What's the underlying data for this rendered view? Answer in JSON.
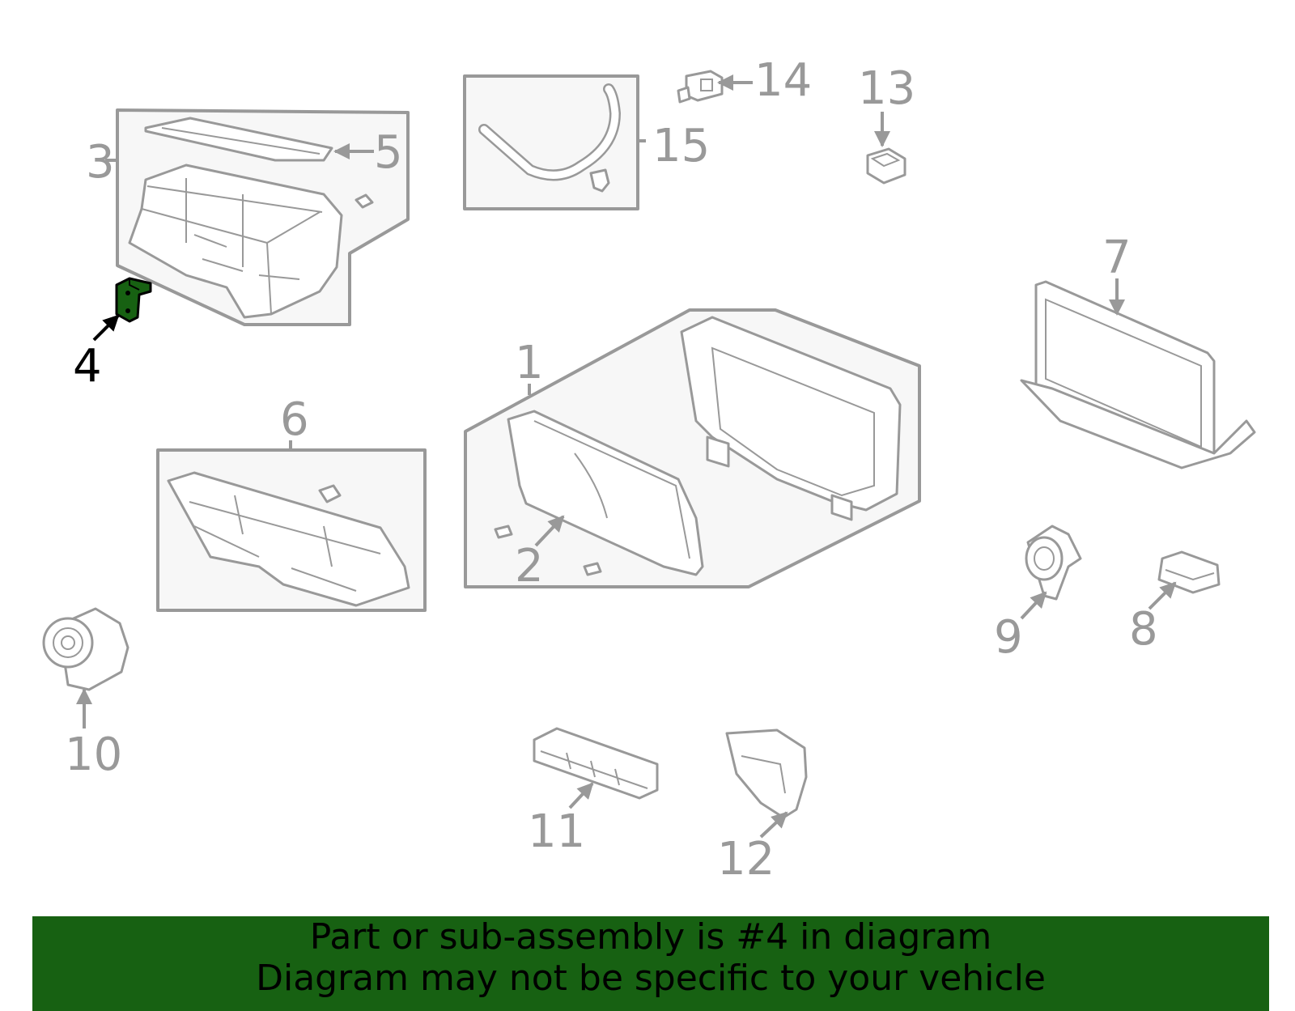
{
  "banner": {
    "line1": "Part or sub-assembly is #4 in diagram",
    "line2": "Diagram may not be specific to your vehicle",
    "background": "#176112"
  },
  "highlight": {
    "part_number": "4",
    "color": "#176112"
  },
  "colors": {
    "line_gray": "#999999",
    "box_fill": "#f7f7f7",
    "active_label": "#000000"
  },
  "callouts": [
    {
      "id": "1",
      "label": "1"
    },
    {
      "id": "2",
      "label": "2"
    },
    {
      "id": "3",
      "label": "3"
    },
    {
      "id": "4",
      "label": "4"
    },
    {
      "id": "5",
      "label": "5"
    },
    {
      "id": "6",
      "label": "6"
    },
    {
      "id": "7",
      "label": "7"
    },
    {
      "id": "8",
      "label": "8"
    },
    {
      "id": "9",
      "label": "9"
    },
    {
      "id": "10",
      "label": "10"
    },
    {
      "id": "11",
      "label": "11"
    },
    {
      "id": "12",
      "label": "12"
    },
    {
      "id": "13",
      "label": "13"
    },
    {
      "id": "14",
      "label": "14"
    },
    {
      "id": "15",
      "label": "15"
    }
  ]
}
